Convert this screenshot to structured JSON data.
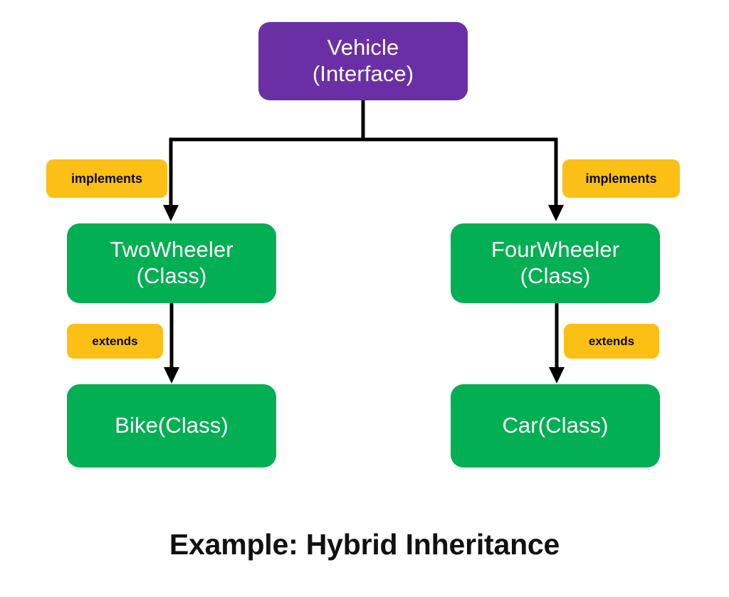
{
  "diagram": {
    "title": "Example: Hybrid Inheritance",
    "colors": {
      "interface": "#6B2FA5",
      "class": "#02AF53",
      "badge": "#FCBF16",
      "connector": "#000000",
      "node_text": "#FFFFFF",
      "badge_text": "#0A0A0A",
      "caption_text": "#111111",
      "background": "#FFFFFF"
    },
    "nodes": {
      "vehicle": {
        "line1": "Vehicle",
        "line2": "(Interface)",
        "kind": "interface"
      },
      "twowheeler": {
        "line1": "TwoWheeler",
        "line2": "(Class)",
        "kind": "class"
      },
      "fourwheeler": {
        "line1": "FourWheeler",
        "line2": "(Class)",
        "kind": "class"
      },
      "bike": {
        "line1": "Bike(Class)",
        "kind": "class"
      },
      "car": {
        "line1": "Car(Class)",
        "kind": "class"
      }
    },
    "edges": {
      "implements_left": "implements",
      "implements_right": "implements",
      "extends_left": "extends",
      "extends_right": "extends"
    },
    "relationships": [
      {
        "from": "Vehicle (Interface)",
        "to": "TwoWheeler (Class)",
        "label": "implements"
      },
      {
        "from": "Vehicle (Interface)",
        "to": "FourWheeler (Class)",
        "label": "implements"
      },
      {
        "from": "TwoWheeler (Class)",
        "to": "Bike(Class)",
        "label": "extends"
      },
      {
        "from": "FourWheeler (Class)",
        "to": "Car(Class)",
        "label": "extends"
      }
    ]
  }
}
